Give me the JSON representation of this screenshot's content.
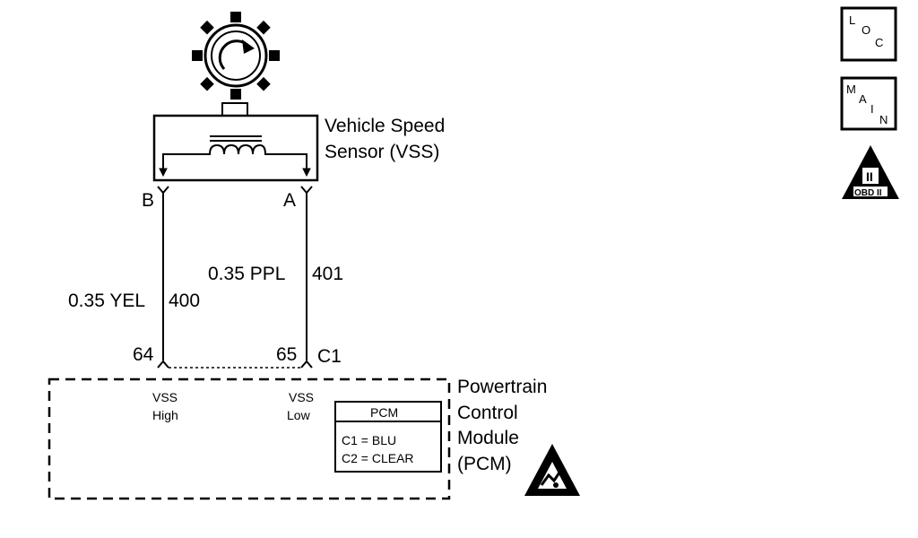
{
  "sensor": {
    "name_line1": "Vehicle Speed",
    "name_line2": "Sensor (VSS)",
    "pin_b": "B",
    "pin_a": "A"
  },
  "wires": {
    "left_size_color": "0.35 YEL",
    "left_circuit": "400",
    "right_size_color": "0.35 PPL",
    "right_circuit": "401"
  },
  "connector": {
    "pin_left": "64",
    "pin_right": "65",
    "name": "C1"
  },
  "pcm": {
    "name_line1": "Powertrain",
    "name_line2": "Control",
    "name_line3": "Module",
    "name_line4": "(PCM)",
    "input_left_line1": "VSS",
    "input_left_line2": "High",
    "input_right_line1": "VSS",
    "input_right_line2": "Low",
    "legend_title": "PCM",
    "legend_c1": "C1 = BLU",
    "legend_c2": "C2 = CLEAR"
  },
  "icons": {
    "loc": [
      "L",
      "O",
      "C"
    ],
    "main": [
      "M",
      "A",
      "I",
      "N"
    ],
    "obd_label": "OBD II",
    "obd_glyph": "II"
  }
}
